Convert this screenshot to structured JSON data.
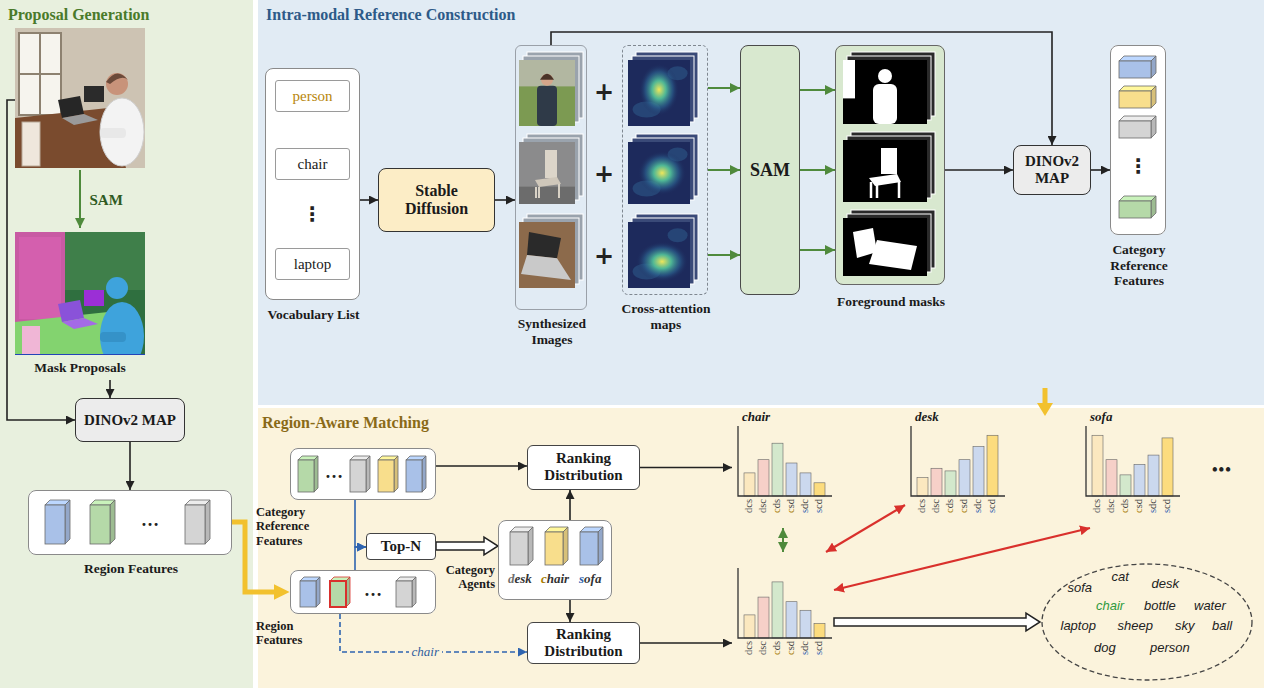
{
  "diagram": {
    "nodes": [
      {
        "text": [
          "Proposal Generation"
        ]
      },
      {
        "text": [
          "Mask Proposals"
        ],
        "in": 0
      },
      {
        "text": [
          "DINOv2 MAP"
        ],
        "in": 0
      },
      {
        "text": [
          "Region Features"
        ],
        "in": 0
      },
      {
        "text": [
          "Intra-modal Reference Construction"
        ]
      },
      {
        "text": [
          "Vocabulary List"
        ],
        "in": 4
      },
      {
        "text": [
          "person"
        ],
        "in": 5
      },
      {
        "text": [
          "chair"
        ],
        "in": 5
      },
      {
        "text": [
          "laptop"
        ],
        "in": 5
      },
      {
        "text": [
          "Stable Diffusion"
        ],
        "in": 4
      },
      {
        "text": [
          "Synthesized Images"
        ],
        "in": 4
      },
      {
        "text": [
          "Cross-attention maps"
        ],
        "in": 4
      },
      {
        "text": [
          "SAM"
        ],
        "in": 4
      },
      {
        "text": [
          "Foreground masks"
        ],
        "in": 4
      },
      {
        "text": [
          "DINOv2 MAP"
        ],
        "in": 4
      },
      {
        "text": [
          "Category Reference Features"
        ],
        "in": 4
      },
      {
        "text": [
          "Region-Aware Matching"
        ]
      },
      {
        "text": [
          "Category Reference Features"
        ],
        "in": 16
      },
      {
        "text": [
          "Region Features"
        ],
        "in": 16
      },
      {
        "text": [
          "Top-N"
        ],
        "in": 16
      },
      {
        "text": [
          "desk",
          "chair",
          "sofa",
          "Category Agents"
        ],
        "in": 16
      },
      {
        "text": [
          "Ranking Distribution"
        ],
        "in": 16
      },
      {
        "text": [
          "Ranking Distribution"
        ],
        "in": 16
      },
      {
        "text": [
          "chair",
          "dcs",
          "dsc",
          "cds",
          "csd",
          "sdc",
          "scd"
        ],
        "in": 16
      },
      {
        "text": [
          "desk",
          "dcs",
          "dsc",
          "cds",
          "csd",
          "sdc",
          "scd"
        ],
        "in": 16
      },
      {
        "text": [
          "sofa",
          "dcs",
          "dsc",
          "cds",
          "csd",
          "sdc",
          "scd"
        ],
        "in": 16
      },
      {
        "text": [
          "dcs",
          "dsc",
          "cds",
          "csd",
          "sdc",
          "scd"
        ],
        "in": 16
      },
      {
        "text": [
          "sofa",
          "cat",
          "desk",
          "water",
          "sky",
          "chair",
          "bottle",
          "laptop",
          "sheep",
          "ball",
          "dog",
          "person"
        ],
        "in": 16
      }
    ],
    "edges": [
      {
        "from": 1,
        "to": 2,
        "arrow": "to"
      },
      {
        "from": 2,
        "to": 3,
        "arrow": "to"
      },
      {
        "from": 5,
        "to": 9,
        "arrow": "to"
      },
      {
        "from": 9,
        "to": 10,
        "arrow": "to"
      },
      {
        "from": 11,
        "to": 12,
        "arrow": "to"
      },
      {
        "from": 12,
        "to": 13,
        "arrow": "to"
      },
      {
        "from": 13,
        "to": 14,
        "arrow": "to"
      },
      {
        "from": 10,
        "to": 14,
        "arrow": "to"
      },
      {
        "from": 14,
        "to": 15,
        "arrow": "to"
      },
      {
        "from": 3,
        "to": 18,
        "arrow": "to"
      },
      {
        "from": 17,
        "to": 21,
        "arrow": "to"
      },
      {
        "from": 17,
        "to": 19,
        "arrow": "to"
      },
      {
        "from": 18,
        "to": 19,
        "arrow": "to"
      },
      {
        "from": 19,
        "to": 20,
        "arrow": "to"
      },
      {
        "from": 20,
        "to": 21,
        "arrow": "to"
      },
      {
        "from": 20,
        "to": 22,
        "arrow": "to"
      },
      {
        "from": 18,
        "to": 22,
        "label": "chair",
        "arrow": "to"
      },
      {
        "from": 21,
        "to": 23,
        "arrow": "to"
      },
      {
        "from": 22,
        "to": 26,
        "arrow": "to"
      },
      {
        "from": 23,
        "to": 26,
        "arrow": "both"
      },
      {
        "from": 26,
        "to": 24,
        "arrow": "both"
      },
      {
        "from": 26,
        "to": 25,
        "arrow": "both"
      },
      {
        "from": 26,
        "to": 27,
        "arrow": "to"
      }
    ],
    "labels": [
      "SAM",
      "…",
      "⋮",
      "+",
      "+",
      "+",
      "⋮",
      "…",
      "…",
      "•••"
    ]
  }
}
